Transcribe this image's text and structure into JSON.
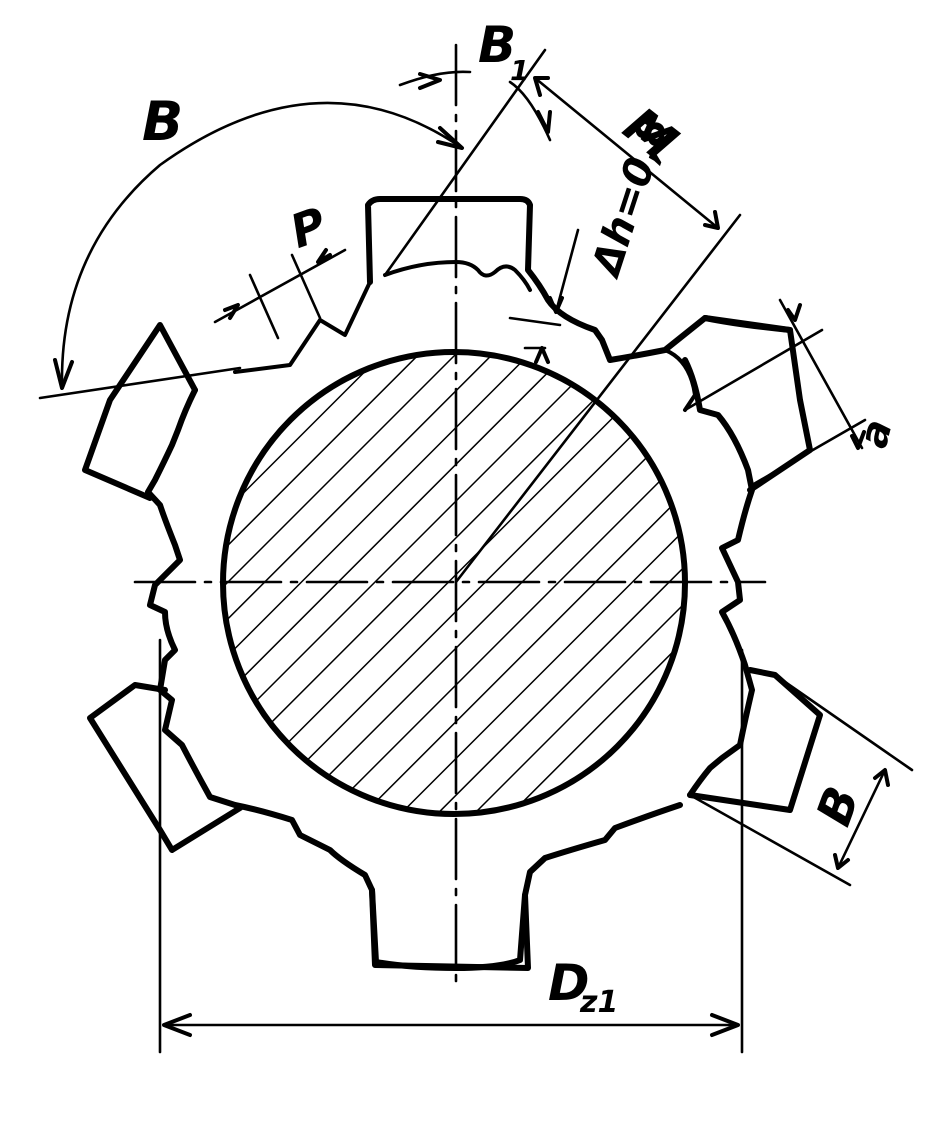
{
  "labels": {
    "beta": "B",
    "beta1": "B",
    "beta1_sub": "1",
    "m": "M",
    "p": "P",
    "delta_h": "Δh=0,8",
    "a": "a",
    "b": "B",
    "dz1": "D",
    "dz1_sub": "z1"
  },
  "colors": {
    "ink": "#000000",
    "paper": "#ffffff"
  }
}
